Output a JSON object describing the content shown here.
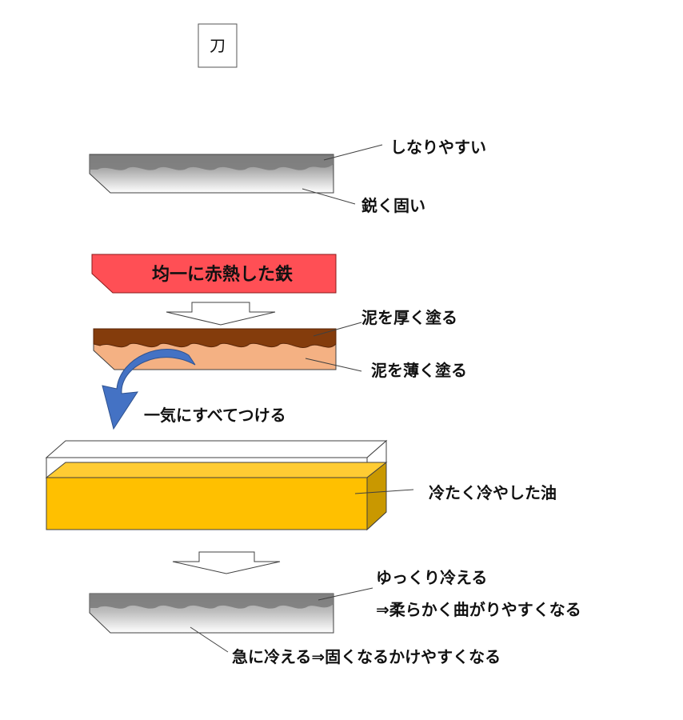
{
  "title": "刀",
  "blade_top": {
    "label_soft": "しなりやすい",
    "label_hard": "鋭く固い"
  },
  "hot_iron": {
    "label": "均一に赤熱した鉄",
    "color": "#ff4f55"
  },
  "clay": {
    "label_thick": "泥を厚く塗る",
    "label_thin": "泥を薄く塗る",
    "thick_color": "#843c0c",
    "thin_color": "#f4b183"
  },
  "quench": {
    "action_label": "一気にすべてつける",
    "arrow_color": "#4472c4",
    "oil_label": "冷たく冷やした油",
    "oil_color": "#ffc000"
  },
  "blade_bottom": {
    "label_slow_line1": "ゆっくり冷える",
    "label_slow_line2": "⇒柔らかく曲がりやすくなる",
    "label_fast": "急に冷える⇒固くなるかけやすくなる"
  }
}
